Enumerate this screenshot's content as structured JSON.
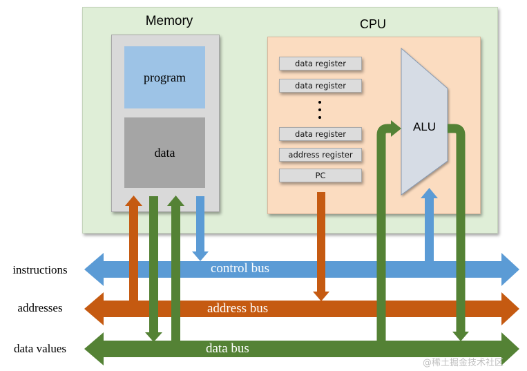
{
  "memory": {
    "title": "Memory",
    "program_label": "program",
    "data_label": "data"
  },
  "cpu": {
    "title": "CPU",
    "registers": [
      "data register",
      "data register",
      "data register",
      "address register",
      "PC"
    ],
    "alu_label": "ALU"
  },
  "buses": {
    "control": {
      "label": "control bus",
      "side_label": "instructions"
    },
    "address": {
      "label": "address bus",
      "side_label": "addresses"
    },
    "data": {
      "label": "data bus",
      "side_label": "data values"
    }
  },
  "watermark": "@稀土掘金技术社区",
  "colors": {
    "control": "#5b9bd5",
    "address": "#c55a11",
    "data": "#548235"
  }
}
